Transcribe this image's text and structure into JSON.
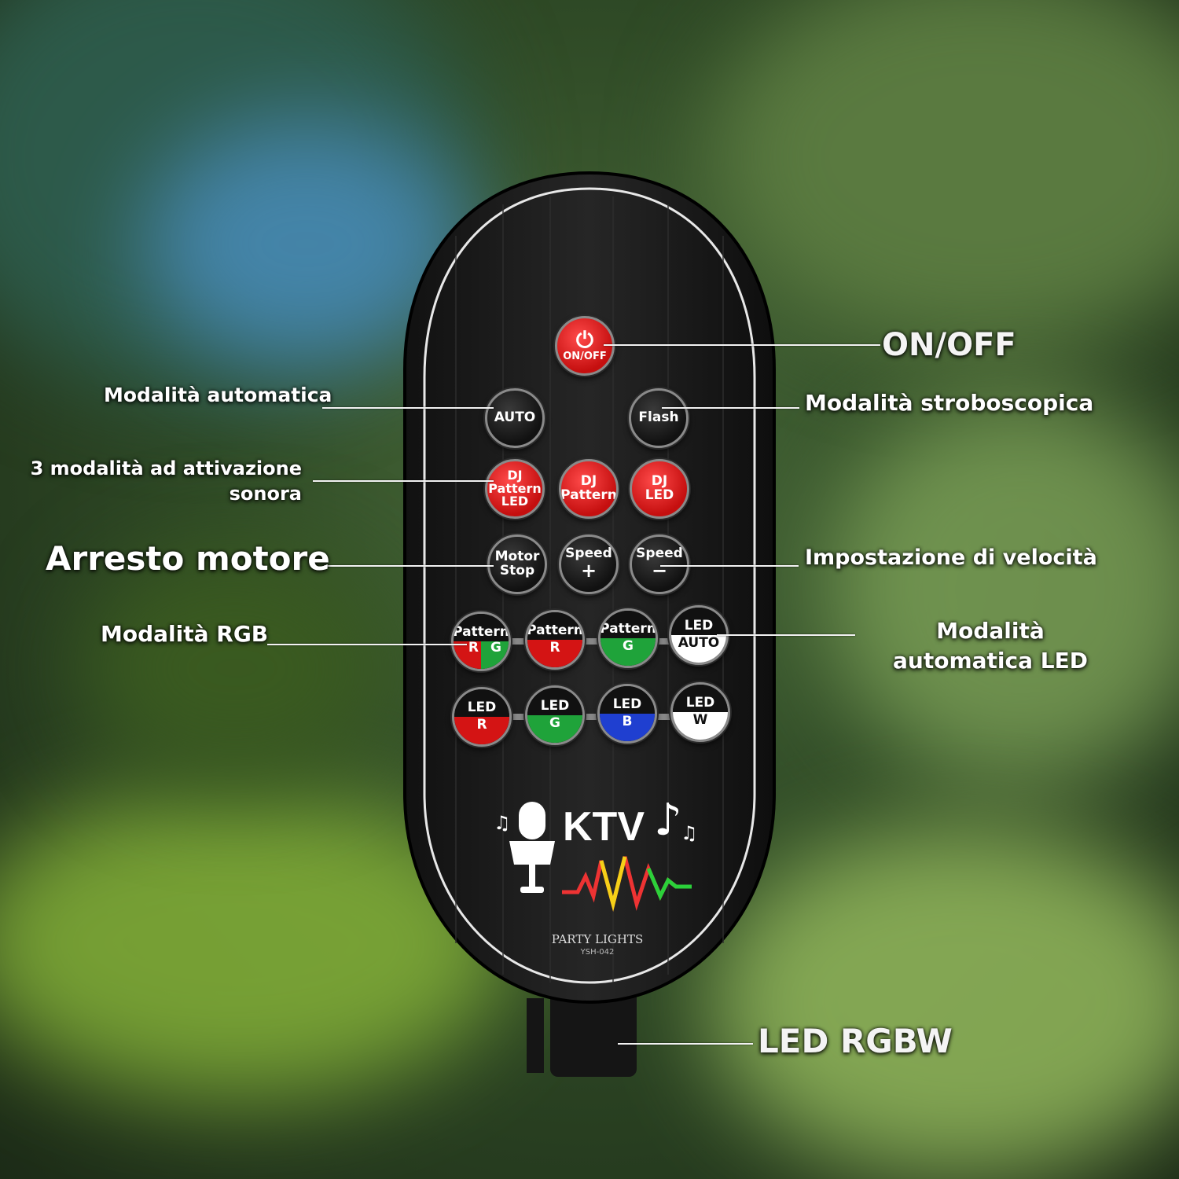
{
  "remote": {
    "power_label": "ON/OFF",
    "auto_label": "AUTO",
    "flash_label": "Flash",
    "dj_pattern_led_lines": [
      "DJ",
      "Pattern",
      "LED"
    ],
    "dj_pattern_lines": [
      "DJ",
      "Pattern"
    ],
    "dj_led_lines": [
      "DJ",
      "LED"
    ],
    "motor_stop_lines": [
      "Motor",
      "Stop"
    ],
    "speed_plus_lines": [
      "Speed",
      "+"
    ],
    "speed_minus_lines": [
      "Speed",
      "−"
    ],
    "pattern_rg": {
      "top": "Pattern",
      "bottom_left": "R",
      "bottom_right": "G"
    },
    "pattern_r": {
      "top": "Pattern",
      "bottom": "R"
    },
    "pattern_g": {
      "top": "Pattern",
      "bottom": "G"
    },
    "led_auto": {
      "top": "LED",
      "bottom": "AUTO"
    },
    "led_r": {
      "top": "LED",
      "bottom": "R"
    },
    "led_g": {
      "top": "LED",
      "bottom": "G"
    },
    "led_b": {
      "top": "LED",
      "bottom": "B"
    },
    "led_w": {
      "top": "LED",
      "bottom": "W"
    },
    "logo_text": "KTV",
    "brand": "PARTY LIGHTS",
    "model": "YSH-042"
  },
  "callouts": {
    "on_off": "ON/OFF",
    "auto_mode": "Modalità automatica",
    "strobe_mode": "Modalità stroboscopica",
    "sound_modes_line1": "3 modalità ad attivazione",
    "sound_modes_line2": "sonora",
    "motor_stop": "Arresto motore",
    "speed_setting": "Impostazione di velocità",
    "rgb_mode": "Modalità RGB",
    "led_auto_line1": "Modalità",
    "led_auto_line2": "automatica LED",
    "led_rgbw": "LED RGBW"
  },
  "colors": {
    "red_button": "#d41414",
    "green": "#1fa33a",
    "blue": "#1f3fd0",
    "white": "#ffffff"
  }
}
